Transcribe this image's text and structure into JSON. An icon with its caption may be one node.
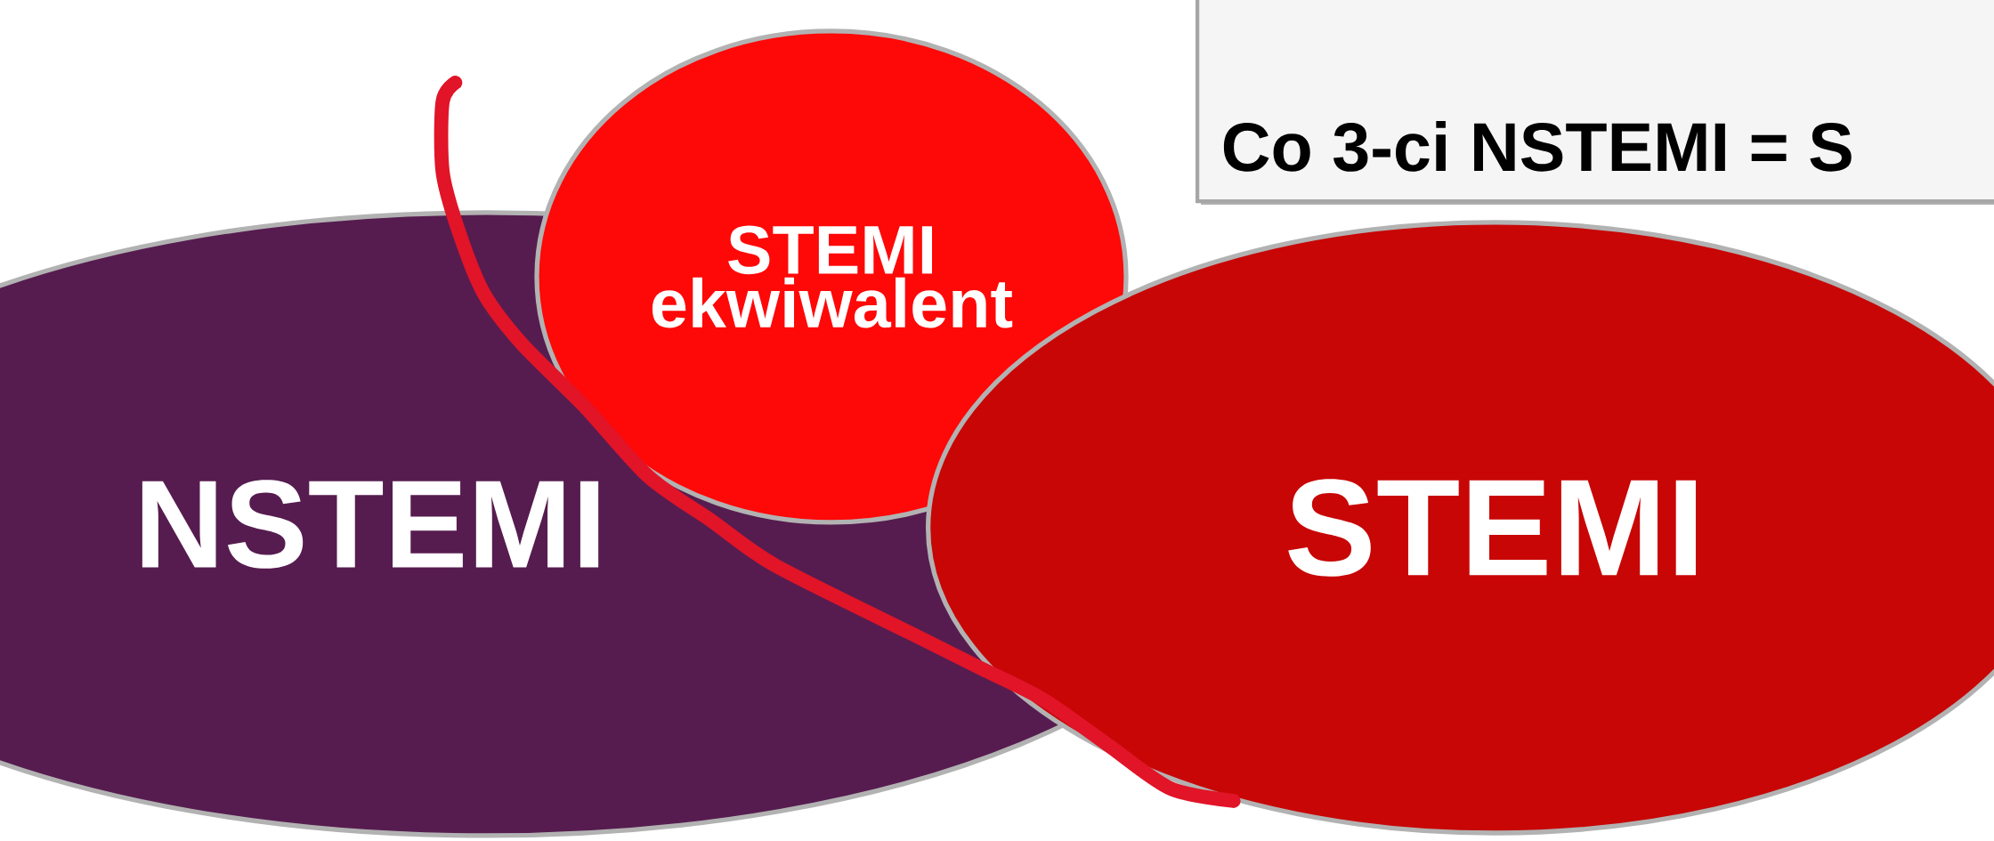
{
  "diagram": {
    "nodes": [
      {
        "text": [
          "Co 3-ci NSTEMI = S"
        ]
      },
      {
        "text": [
          "STEMI ekwiwalent"
        ]
      },
      {
        "text": [
          "NSTEMI"
        ]
      },
      {
        "text": [
          "STEMI"
        ]
      }
    ]
  }
}
